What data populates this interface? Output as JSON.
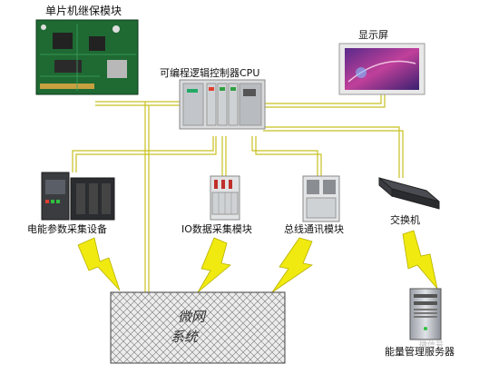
{
  "labels": {
    "mcu": "单片机继保模块",
    "display": "显示屏",
    "plc": "可编程逻辑控制器CPU",
    "energy": "电能参数采集设备",
    "io": "IO数据采集模块",
    "bus": "总线通讯模块",
    "switch": "交换机",
    "microgrid_line1": "微网",
    "microgrid_line2": "系统",
    "server": "能量管理服务器",
    "watermark": "微信号"
  },
  "colors": {
    "bus_line": "#c8c020",
    "bolt": "#f0ea10",
    "grid_box": "#e9e9e9",
    "board": "#1e6a32"
  },
  "icons": [
    "circuit-board-icon",
    "monitor-icon",
    "plc-rack-icon",
    "meter-device-icon",
    "io-module-icon",
    "bus-module-icon",
    "network-switch-icon",
    "server-tower-icon",
    "lightning-icon"
  ]
}
